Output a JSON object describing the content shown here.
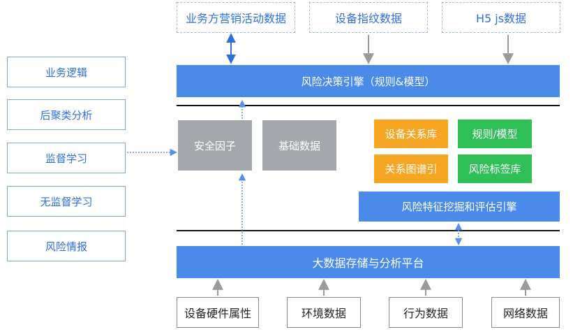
{
  "top_sources": [
    "业务方营销活动数据",
    "设备指纹数据",
    "H5 js数据"
  ],
  "left_modules": [
    "业务逻辑",
    "后聚类分析",
    "监督学习",
    "无监督学习",
    "风险情报"
  ],
  "decision_engine": "风险决策引擎（规则&模型）",
  "middle": {
    "factor": "安全因子",
    "base_data": "基础数据",
    "device_relation": "设备关系库",
    "rules_models": "规则/模型",
    "relation_graph": "关系图谱引",
    "risk_tags": "风险标签库",
    "feature_engine": "风险特征挖掘和评估引擎"
  },
  "platform": "大数据存储与分析平台",
  "bottom_sources": [
    "设备硬件属性",
    "环境数据",
    "行为数据",
    "网络数据"
  ],
  "colors": {
    "blue": "#4a8ae8",
    "gray": "#a4a7ab",
    "orange": "#f6a623",
    "green": "#2fbf57",
    "link": "#2f6fdc",
    "arrow_gray": "#9a9a9a"
  }
}
